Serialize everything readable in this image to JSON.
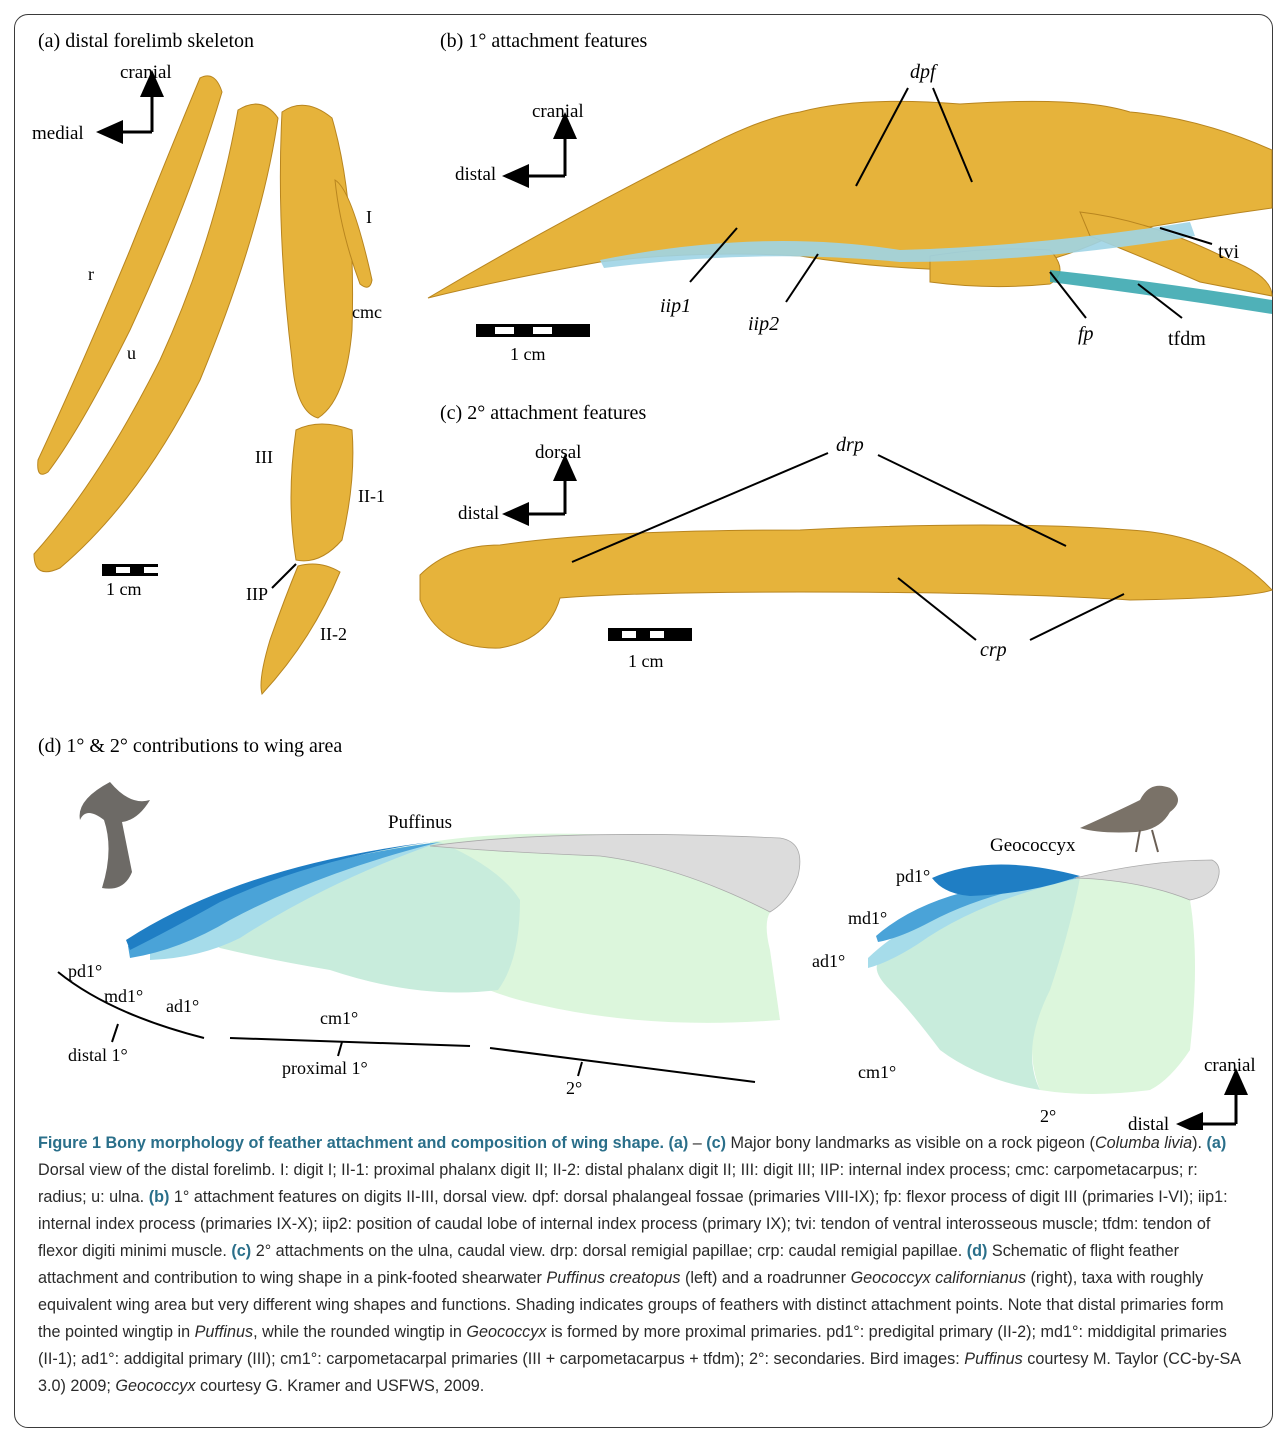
{
  "panels": {
    "a": {
      "title": "(a) distal forelimb skeleton",
      "axis_up": "cranial",
      "axis_left": "medial",
      "labels": [
        "r",
        "u",
        "I",
        "cmc",
        "III",
        "II-1",
        "IIP",
        "II-2"
      ],
      "scale": "1 cm"
    },
    "b": {
      "title": "(b) 1° attachment features",
      "axis_up": "cranial",
      "axis_left": "distal",
      "labels": [
        "dpf",
        "iip1",
        "iip2",
        "fp",
        "tvi",
        "tfdm"
      ],
      "scale": "1 cm"
    },
    "c": {
      "title": "(c) 2° attachment features",
      "axis_up": "dorsal",
      "axis_left": "distal",
      "labels": [
        "drp",
        "crp"
      ],
      "scale": "1 cm"
    },
    "d": {
      "title": "(d) 1° & 2° contributions to wing area",
      "left_taxon": "Puffinus",
      "right_taxon": "Geococcyx",
      "left_labels": [
        "pd1°",
        "md1°",
        "ad1°",
        "cm1°",
        "distal 1°",
        "proximal 1°",
        "2°"
      ],
      "right_labels": [
        "pd1°",
        "md1°",
        "ad1°",
        "cm1°",
        "2°"
      ],
      "axis_up": "cranial",
      "axis_left": "distal"
    }
  },
  "colors": {
    "bone": "#e6b33b",
    "pd": "#1f7ec4",
    "md": "#4aa3d8",
    "ad": "#a6dcea",
    "cm": "#c8ecdc",
    "sec": "#dcf6dc",
    "coverts": "#dcdcdc",
    "tendon": "#9fd4e6",
    "caption_accent": "#2a6f8a"
  },
  "caption": {
    "heading": "Figure 1 Bony morphology of feather attachment and composition of wing shape.",
    "seg1_b": "(a)",
    "seg2": " – ",
    "seg3_b": "(c)",
    "seg4": " Major bony landmarks as visible on a rock pigeon (",
    "seg5_i": "Columba livia",
    "seg6": "). ",
    "seg7_b": "(a)",
    "seg8": " Dorsal view of the distal forelimb. I: digit I; II-1: proximal phalanx digit II; II-2: distal phalanx digit II; III: digit III; IIP: internal index process; cmc: carpometacarpus; r: radius; u: ulna. ",
    "seg9_b": "(b)",
    "seg10": " 1° attachment features on digits II-III, dorsal view. dpf: dorsal phalangeal fossae (primaries VIII-IX); fp: flexor process of digit III (primaries I-VI); iip1: internal index process (primaries IX-X); iip2: position of caudal lobe of internal index process (primary IX); tvi: tendon of ventral interosseous muscle; tfdm: tendon of flexor digiti minimi muscle. ",
    "seg11_b": "(c)",
    "seg12": " 2° attachments on the ulna, caudal view. drp: dorsal remigial papillae; crp: caudal remigial papillae. ",
    "seg13_b": "(d)",
    "seg14": " Schematic of flight feather attachment and contribution to wing shape in a pink-footed shearwater ",
    "seg15_i": "Puffinus creatopus",
    "seg16": " (left) and a roadrunner ",
    "seg17_i": "Geococcyx californianus",
    "seg18": " (right), taxa with roughly equivalent wing area but very different wing shapes and functions. Shading indicates groups of feathers with distinct attachment points. Note that distal primaries form the pointed wingtip in ",
    "seg19_i": "Puffinus",
    "seg20": ", while the rounded wingtip in ",
    "seg21_i": "Geococcyx",
    "seg22": " is formed by more proximal primaries. pd1°: predigital primary (II-2); md1°: middigital primaries (II-1); ad1°: addigital primary (III); cm1°: carpometacarpal primaries (III + carpometacarpus + tfdm); 2°: secondaries. Bird images: ",
    "seg23_i": "Puffinus",
    "seg24": " courtesy M. Taylor (CC-by-SA 3.0) 2009; ",
    "seg25_i": "Geococcyx",
    "seg26": " courtesy G. Kramer and USFWS, 2009."
  }
}
